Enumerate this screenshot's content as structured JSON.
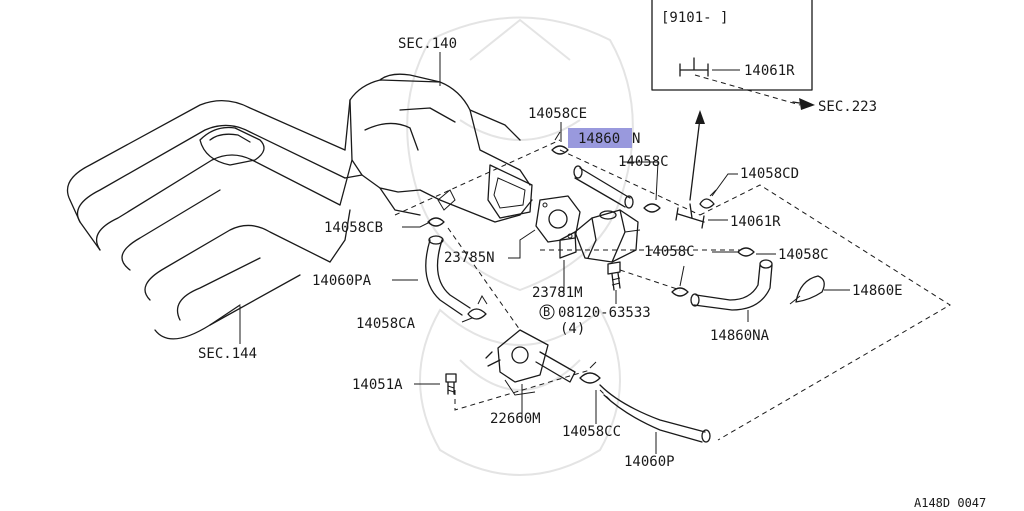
{
  "diagram": {
    "highlight_color": "#9999dd",
    "ink_color": "#1a1a1a",
    "watermark": "samurai-helmet-watermark",
    "inset": {
      "date_label": "[9101-    ]",
      "part_label": "14061R"
    },
    "section_refs": {
      "sec140": "SEC.140",
      "sec144": "SEC.144",
      "sec223": "SEC.223"
    },
    "parts": {
      "p14058CE": "14058CE",
      "p14860N_hi": "14860",
      "p14860N_suffix": "N",
      "p14058C_a": "14058C",
      "p14058CD": "14058CD",
      "p14061R": "14061R",
      "p14058CB": "14058CB",
      "p23785N": "23785N",
      "p14058C_b": "14058C",
      "p14058C_c": "14058C",
      "p14060PA": "14060PA",
      "p14860E": "14860E",
      "p23781M": "23781M",
      "p08120": "08120-63533",
      "p08120_qty": "(4)",
      "p08120_prefix": "B",
      "p14058CA": "14058CA",
      "p14860NA": "14860NA",
      "p14051A": "14051A",
      "p22660M": "22660M",
      "p14058CC": "14058CC",
      "p14060P": "14060P"
    },
    "figure_code": "A148D 0047"
  }
}
